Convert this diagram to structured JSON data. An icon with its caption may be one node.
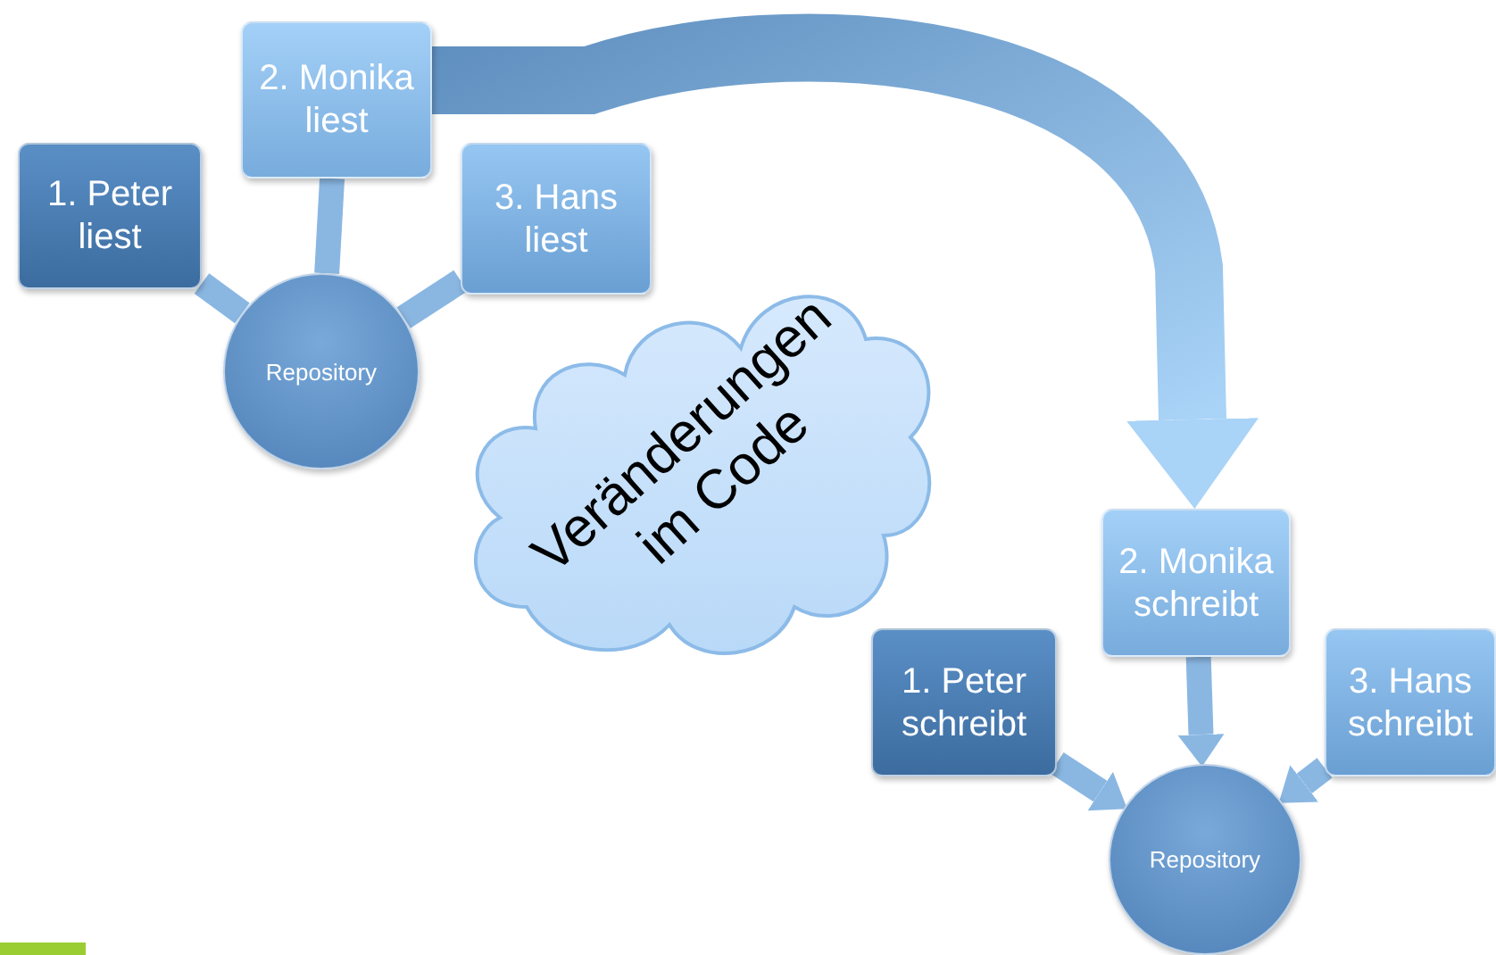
{
  "diagram": {
    "nodes": [
      {
        "text": [
          "1. Peter liest"
        ]
      },
      {
        "text": [
          "2. Monika liest"
        ]
      },
      {
        "text": [
          "3. Hans liest"
        ]
      },
      {
        "text": [
          "Repository"
        ]
      },
      {
        "text": [
          "Veränderungen im Code"
        ]
      },
      {
        "text": [
          "1. Peter schreibt"
        ]
      },
      {
        "text": [
          "2. Monika schreibt"
        ]
      },
      {
        "text": [
          "3. Hans schreibt"
        ]
      },
      {
        "text": [
          "Repository"
        ]
      }
    ],
    "edges": [
      {
        "from": 0,
        "to": 3,
        "arrow": "none"
      },
      {
        "from": 1,
        "to": 3,
        "arrow": "none"
      },
      {
        "from": 2,
        "to": 3,
        "arrow": "none"
      },
      {
        "from": 5,
        "to": 8,
        "arrow": "to"
      },
      {
        "from": 6,
        "to": 8,
        "arrow": "to"
      },
      {
        "from": 7,
        "to": 8,
        "arrow": "to"
      },
      {
        "from": 1,
        "to": 6,
        "arrow": "to",
        "style": "thick"
      }
    ]
  }
}
